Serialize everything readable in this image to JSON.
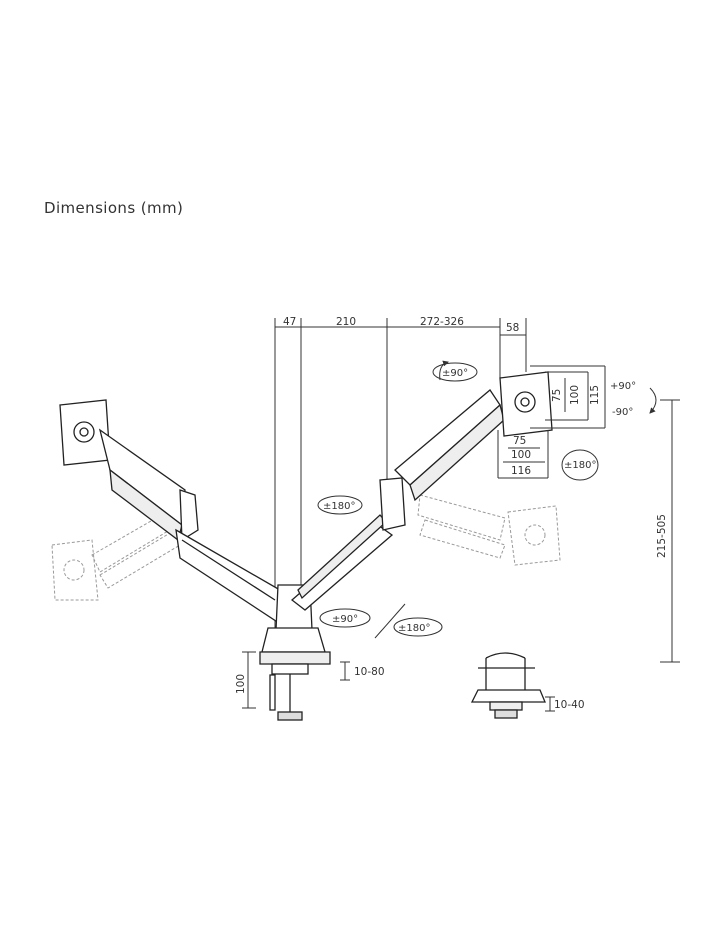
{
  "title": "Dimensions (mm)",
  "dimensions": {
    "top": [
      "47",
      "210",
      "272-326",
      "58"
    ],
    "plate_vertical": [
      "75",
      "100",
      "115"
    ],
    "plate_horizontal": [
      "75",
      "100",
      "116"
    ],
    "height_range": "215-505",
    "clamp_height": "100",
    "clamp_range": "10-80",
    "grommet_range": "10-40"
  },
  "rotations": {
    "plate_rotate": "±90°",
    "tilt_up": "+90°",
    "tilt_down": "-90°",
    "plate_swivel": "±180°",
    "arm_swivel": "±180°",
    "base_swivel_a": "±90°",
    "base_swivel_b": "±180°"
  }
}
